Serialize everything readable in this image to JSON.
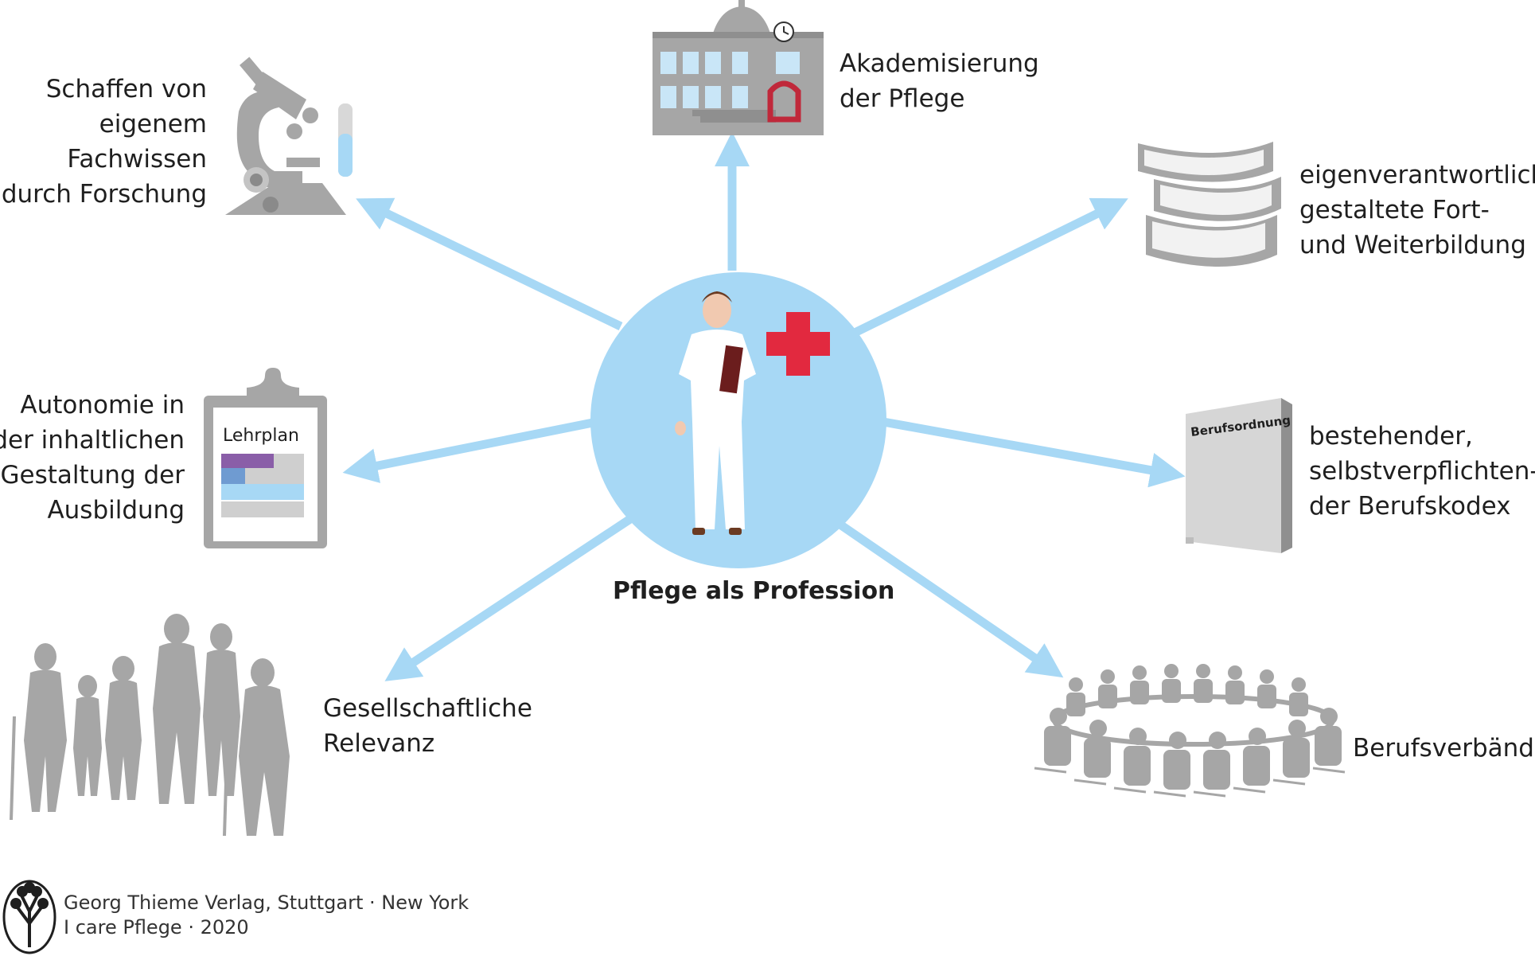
{
  "center": {
    "title": "Pflege als Profession",
    "circle_color": "#a7d8f5",
    "cross_color": "#e2293f"
  },
  "nodes": {
    "research": {
      "lines": [
        "Schaffen von",
        "eigenem",
        "Fachwissen",
        "durch Forschung"
      ],
      "icon": "microscope-icon"
    },
    "academia": {
      "lines": [
        "Akademisierung",
        "der Pflege"
      ],
      "icon": "university-building-icon"
    },
    "education": {
      "lines": [
        "eigenverantwortlich",
        "gestaltete Fort-",
        "und Weiterbildung"
      ],
      "icon": "books-icon"
    },
    "autonomy": {
      "lines": [
        "Autonomie in",
        "der inhaltlichen",
        "Gestaltung der",
        "Ausbildung"
      ],
      "icon": "clipboard-icon",
      "clipboard_label": "Lehrplan"
    },
    "codex": {
      "lines": [
        "bestehender,",
        "selbstverpflichten-",
        "der Berufskodex"
      ],
      "icon": "book-icon",
      "book_label": "Berufsordnung"
    },
    "society": {
      "lines": [
        "Gesellschaftliche",
        "Relevanz"
      ],
      "icon": "people-icon"
    },
    "associations": {
      "lines": [
        "Berufsverbände"
      ],
      "icon": "conference-table-icon"
    }
  },
  "colors": {
    "arrow": "#a7d8f5",
    "icon_gray": "#a6a6a6",
    "icon_light_gray": "#cfcfcf",
    "accent_red": "#c0283a",
    "accent_purple": "#8a5ea8",
    "accent_blue": "#6f9bd1",
    "accent_lightblue": "#a7d8f5"
  },
  "credit": {
    "line1": "Georg Thieme Verlag, Stuttgart · New York",
    "line2": "I care Pflege · 2020"
  }
}
